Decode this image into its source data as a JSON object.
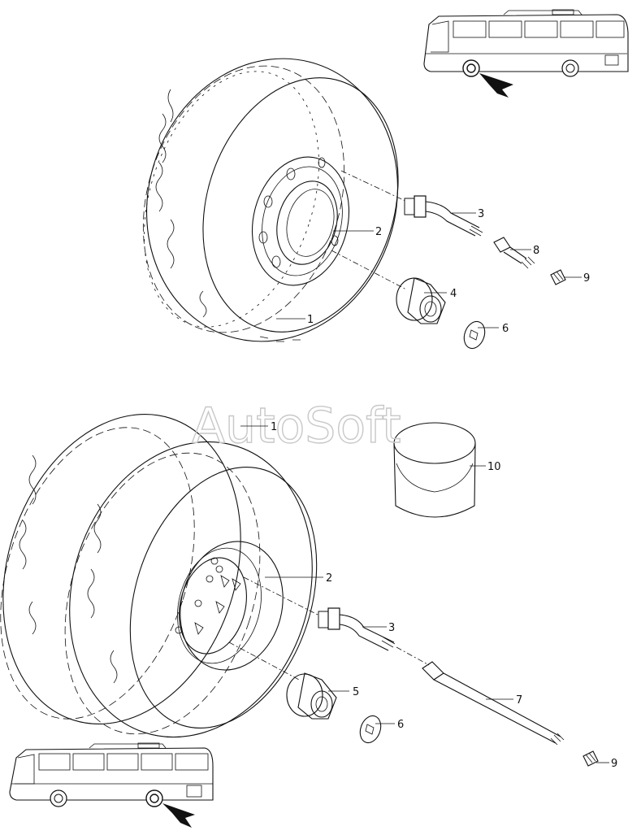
{
  "watermark": "AutoSoft",
  "callouts": {
    "c1_top": "1",
    "c2_top": "2",
    "c3_top": "3",
    "c4": "4",
    "c6_top": "6",
    "c8": "8",
    "c9_top": "9",
    "c10": "10",
    "c1_bot": "1",
    "c2_bot": "2",
    "c3_bot": "3",
    "c5": "5",
    "c6_bot": "6",
    "c7": "7",
    "c9_bot": "9"
  }
}
